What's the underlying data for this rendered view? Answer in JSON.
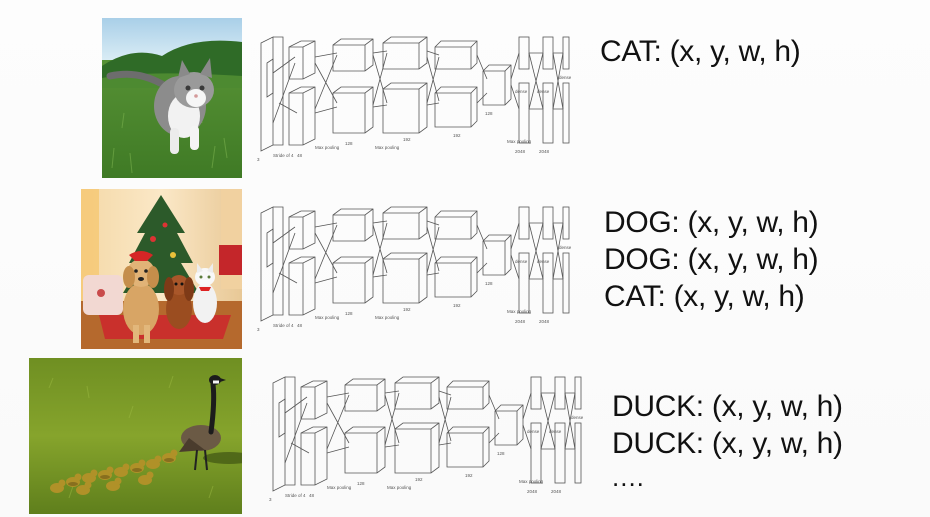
{
  "rows": [
    {
      "image_subject": "kitten walking on grass",
      "labels": [
        "CAT: (x, y, w, h)"
      ]
    },
    {
      "image_subject": "dog, dog and cat in front of christmas tree",
      "labels": [
        "DOG: (x, y, w, h)",
        "DOG: (x, y, w, h)",
        "CAT: (x, y, w, h)"
      ]
    },
    {
      "image_subject": "goose with ducklings on grass",
      "labels": [
        "DUCK: (x, y, w, h)",
        "DUCK: (x, y, w, h)"
      ],
      "continuation": "...."
    }
  ],
  "network_labels": {
    "pool1": "Max pooling",
    "pool2": "Max pooling",
    "pool3": "Max pooling",
    "d1": "128",
    "d2": "192",
    "d3": "192",
    "d4": "128",
    "d5": "2048",
    "d6": "2048",
    "d7": "dense",
    "d8": "dense",
    "d9": "dense",
    "stride": "Stride of 4",
    "d10": "3",
    "d11": "48"
  },
  "colors": {
    "text": "#111111",
    "line": "#555555",
    "background": "#fcfcfc"
  }
}
